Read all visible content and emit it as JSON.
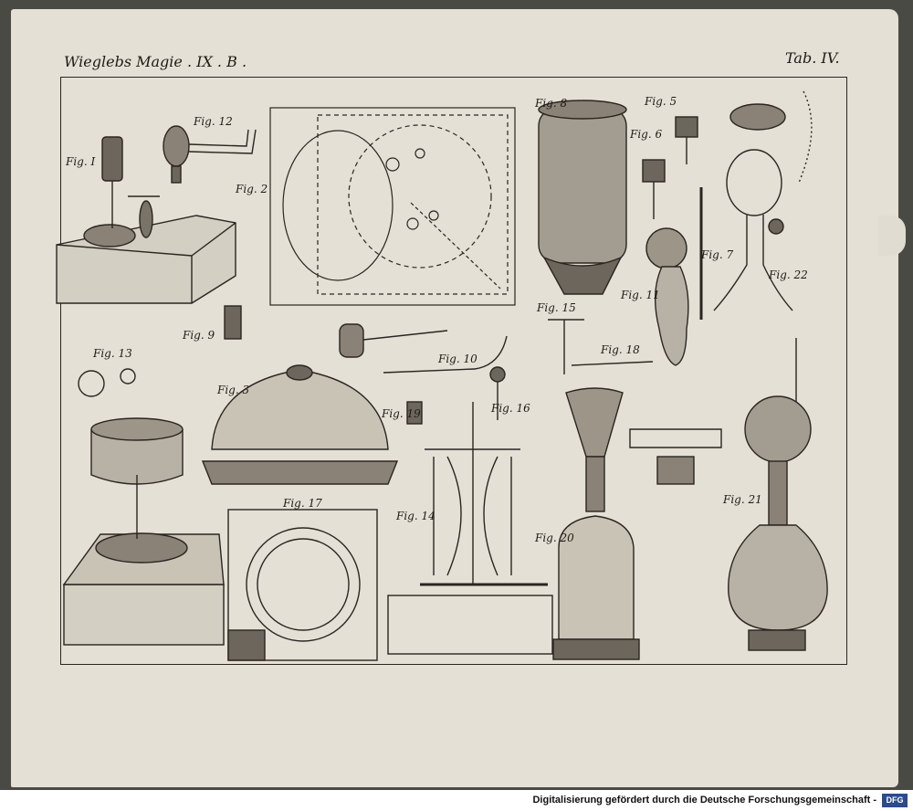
{
  "header": {
    "left_title": "Wieglebs Magie . IX . B .",
    "right_title": "Tab. IV."
  },
  "figures": {
    "fig1": "Fig. I",
    "fig2": "Fig. 2",
    "fig3": "Fig. 3",
    "fig5": "Fig. 5",
    "fig6": "Fig. 6",
    "fig7": "Fig. 7",
    "fig8": "Fig. 8",
    "fig9": "Fig. 9",
    "fig10": "Fig. 10",
    "fig11": "Fig. 11",
    "fig12": "Fig. 12",
    "fig13": "Fig. 13",
    "fig14": "Fig. 14",
    "fig15": "Fig. 15",
    "fig16": "Fig. 16",
    "fig17": "Fig. 17",
    "fig18": "Fig. 18",
    "fig19": "Fig. 19",
    "fig20": "Fig. 20",
    "fig21": "Fig. 21",
    "fig22": "Fig. 22"
  },
  "footer": {
    "credit": "Digitalisierung gefördert durch die Deutsche Forschungsgemeinschaft -",
    "logo": "DFG"
  },
  "colors": {
    "paper": "#e4e0d6",
    "ink": "#1e1a15",
    "scan_border": "#4a4a44"
  }
}
